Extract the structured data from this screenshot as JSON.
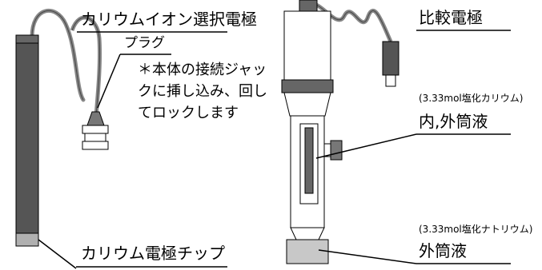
{
  "colors": {
    "probe_dark": "#555555",
    "probe_mid": "#7a7a7a",
    "probe_band": "#666666",
    "cable": "#888888",
    "tip": "#b0b0b0",
    "outline": "#000000",
    "background": "#ffffff"
  },
  "left_probe": {
    "title": "カリウムイオン選択電極",
    "plug_label": "プラグ",
    "note_lines": [
      "＊本体の接続ジャッ",
      "クに挿し込み、回し",
      "てロックします"
    ],
    "tip_label": "カリウム電極チップ"
  },
  "right_probe": {
    "title": "比較電極",
    "inner_solution": "(3.33mol塩化カリウム)",
    "inner_outer_label": "内,外筒液",
    "outer_solution": "(3.33mol塩化ナトリウム)",
    "outer_label": "外筒液"
  }
}
